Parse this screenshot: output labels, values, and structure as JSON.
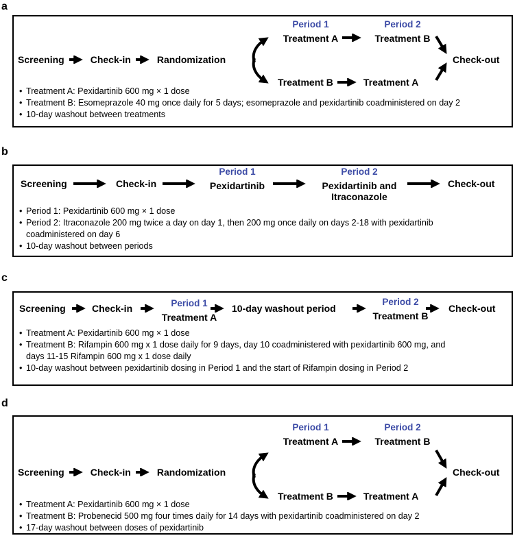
{
  "bullet_char": "•",
  "colors": {
    "period_label_blue": "#3c4ba6",
    "text": "#000000",
    "box_border": "#000000"
  },
  "panels": {
    "a": {
      "label": "a",
      "screening": "Screening",
      "checkin": "Check-in",
      "randomization": "Randomization",
      "period1": "Period 1",
      "period2": "Period 2",
      "seq1p1": "Treatment A",
      "seq1p2": "Treatment B",
      "seq2p1": "Treatment B",
      "seq2p2": "Treatment A",
      "checkout": "Check-out",
      "bullets": [
        "Treatment A: Pexidartinib 600 mg × 1 dose",
        "Treatment B: Esomeprazole 40 mg once daily for 5 days; esomeprazole and pexidartinib coadministered on day 2",
        "10-day washout between treatments"
      ]
    },
    "b": {
      "label": "b",
      "screening": "Screening",
      "checkin": "Check-in",
      "period1": "Period 1",
      "period1_treatment": "Pexidartinib",
      "period2": "Period 2",
      "period2_treatment_line1": "Pexidartinib and",
      "period2_treatment_line2": "Itraconazole",
      "checkout": "Check-out",
      "bullets": [
        "Period 1: Pexidartinib 600 mg × 1 dose",
        "Period 2: Itraconazole 200 mg twice a day on day 1, then 200 mg once daily on days 2-18 with pexidartinib",
        "10-day washout between periods"
      ],
      "bullet2_cont": "coadministered on day 6"
    },
    "c": {
      "label": "c",
      "screening": "Screening",
      "checkin": "Check-in",
      "period1": "Period 1",
      "period1_treatment": "Treatment A",
      "washout": "10-day washout period",
      "period2": "Period 2",
      "period2_treatment": "Treatment B",
      "checkout": "Check-out",
      "bullets": [
        "Treatment A: Pexidartinib 600 mg × 1 dose",
        "Treatment B: Rifampin 600 mg x 1 dose daily for 9 days, day 10 coadministered with pexidartinib 600 mg, and",
        "10-day washout between pexidartinib dosing in Period 1 and the start of Rifampin dosing in Period 2"
      ],
      "bullet2_cont": "days 11-15 Rifampin 600 mg x 1 dose daily"
    },
    "d": {
      "label": "d",
      "screening": "Screening",
      "checkin": "Check-in",
      "randomization": "Randomization",
      "period1": "Period 1",
      "period2": "Period 2",
      "seq1p1": "Treatment A",
      "seq1p2": "Treatment B",
      "seq2p1": "Treatment B",
      "seq2p2": "Treatment A",
      "checkout": "Check-out",
      "bullets": [
        "Treatment A: Pexidartinib 600 mg × 1 dose",
        "Treatment B: Probenecid 500 mg four times daily for 14 days with pexidartinib coadministered on day 2",
        "17-day washout between doses of pexidartinib"
      ]
    }
  }
}
